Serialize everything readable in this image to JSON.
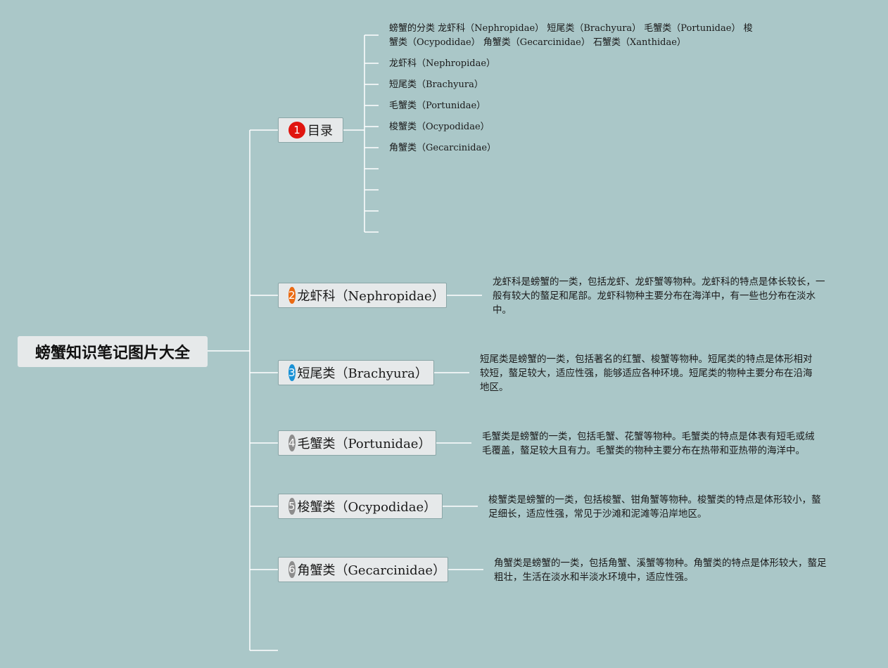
{
  "root": {
    "title": "螃蟹知识笔记图片大全"
  },
  "branches": [
    {
      "num": "1",
      "label": "目录",
      "color": "#e0150f"
    },
    {
      "num": "2",
      "label": "龙虾科（Nephropidae）",
      "color": "#ea6a12"
    },
    {
      "num": "3",
      "label": "短尾类（Brachyura）",
      "color": "#1a92d6"
    },
    {
      "num": "4",
      "label": "毛蟹类（Portunidae）",
      "color": "#8d8d8d"
    },
    {
      "num": "5",
      "label": "梭蟹类（Ocypodidae）",
      "color": "#8d8d8d"
    },
    {
      "num": "6",
      "label": "角蟹类（Gecarcinidae）",
      "color": "#8d8d8d"
    }
  ],
  "toc": {
    "items": [
      "螃蟹的分类 龙虾科（Nephropidae） 短尾类（Brachyura） 毛蟹类（Portunidae） 梭\n蟹类（Ocypodidae） 角蟹类（Gecarcinidae） 石蟹类（Xanthidae）",
      "龙虾科（Nephropidae）",
      "短尾类（Brachyura）",
      "毛蟹类（Portunidae）",
      "梭蟹类（Ocypodidae）",
      "角蟹类（Gecarcinidae）"
    ]
  },
  "descriptions": [
    "龙虾科是螃蟹的一类，包括龙虾、龙虾蟹等物种。龙虾科的特点是体长较长，一\n般有较大的螯足和尾部。龙虾科物种主要分布在海洋中，有一些也分布在淡水\n中。",
    "短尾类是螃蟹的一类，包括著名的红蟹、梭蟹等物种。短尾类的特点是体形相对\n较短，螯足较大，适应性强，能够适应各种环境。短尾类的物种主要分布在沿海\n地区。",
    "毛蟹类是螃蟹的一类，包括毛蟹、花蟹等物种。毛蟹类的特点是体表有短毛或绒\n毛覆盖，螯足较大且有力。毛蟹类的物种主要分布在热带和亚热带的海洋中。",
    "梭蟹类是螃蟹的一类，包括梭蟹、钳角蟹等物种。梭蟹类的特点是体形较小，螯\n足细长，适应性强，常见于沙滩和泥滩等沿岸地区。",
    "角蟹类是螃蟹的一类，包括角蟹、溪蟹等物种。角蟹类的特点是体形较大，螯足\n粗壮，生活在淡水和半淡水环境中，适应性强。"
  ],
  "colors": {
    "background": "#aac7c8",
    "node": "#e6e9ea",
    "line": "#ffffff"
  }
}
